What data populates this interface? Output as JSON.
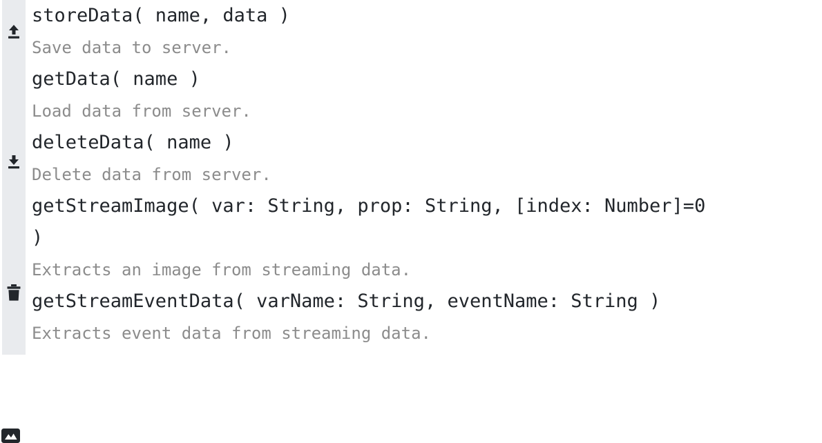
{
  "theme": {
    "background": "#ffffff",
    "gutter_background": "#e9ebee",
    "signature_color": "#22262b",
    "description_color": "#8c8c8c"
  },
  "api_reference": {
    "entries": [
      {
        "icon": "upload-icon",
        "signature": "storeData( name, data )",
        "description": "Save data to server.",
        "wrapped": false
      },
      {
        "icon": "download-icon",
        "signature": "getData( name )",
        "description": "Load data from server.",
        "wrapped": false
      },
      {
        "icon": "trash-icon",
        "signature": "deleteData( name )",
        "description": "Delete data from server.",
        "wrapped": false
      },
      {
        "icon": "image-icon",
        "signature": "getStreamImage( var: String, prop: String, [index: Number]=0 )",
        "description": "Extracts an image from streaming data.",
        "wrapped": true
      },
      {
        "icon": "none",
        "signature": "getStreamEventData( varName: String, eventName: String )",
        "description": "Extracts event data from streaming data.",
        "wrapped": false
      }
    ]
  }
}
